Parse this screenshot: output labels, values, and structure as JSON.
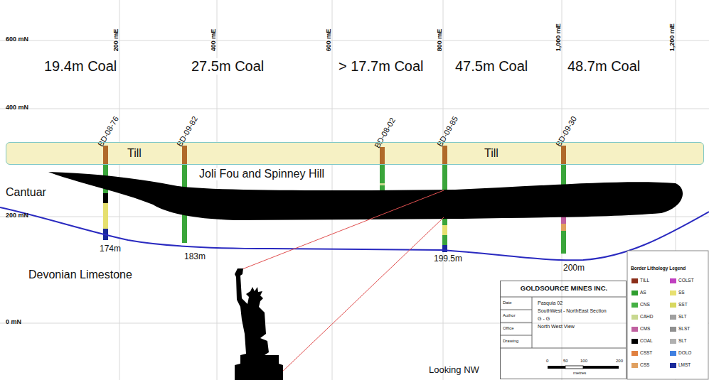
{
  "diagram": {
    "nodes": [
      {
        "text": [
          "Till",
          "Till"
        ]
      },
      {
        "text": [
          "GOLDSOURCE MINES INC.",
          "Date",
          "Author",
          "Office",
          "Drawing",
          "Pasquia 02",
          "SouthWest - NorthEast Section",
          "G - G",
          "North West View",
          "0",
          "50",
          "100",
          "200",
          "metres"
        ]
      }
    ],
    "labels": [
      "600 mN",
      "400 mN",
      "200 mN",
      "0 mN",
      "200 mE",
      "400 mE",
      "600 mE",
      "800 mE",
      "1,000 mE",
      "1,200 mE",
      "19.4m Coal",
      "27.5m Coal",
      "> 17.7m Coal",
      "47.5m Coal",
      "48.7m Coal",
      "BD-08-76",
      "BD-09-82",
      "BD-08-02",
      "BD-09-85",
      "BD-09-30",
      "Joli Fou and Spinney Hill",
      "Cantuar",
      "Devonian Limestone",
      "174m",
      "183m",
      "199.5m",
      "200m",
      "Looking NW",
      "Border Lithology Legend"
    ],
    "legend": [
      {
        "text": "TILL",
        "color": "#8b2e1a"
      },
      {
        "text": "COLST",
        "color": "#c040c0"
      },
      {
        "text": "AS",
        "color": "#2e9e2e"
      },
      {
        "text": "SS",
        "color": "#e8e070"
      },
      {
        "text": "CNS",
        "color": "#44b044"
      },
      {
        "text": "SST",
        "color": "#d8d860"
      },
      {
        "text": "CAHD",
        "color": "#c8d890"
      },
      {
        "text": "SLT",
        "color": "#a0a0a0"
      },
      {
        "text": "CMS",
        "color": "#c060a0"
      },
      {
        "text": "SLST",
        "color": "#909090"
      },
      {
        "text": "COAL",
        "color": "#000000"
      },
      {
        "text": "SLT",
        "color": "#b0b0b0"
      },
      {
        "text": "CSST",
        "color": "#e08040"
      },
      {
        "text": "DOLO",
        "color": "#4080e0"
      },
      {
        "text": "CSS",
        "color": "#e0a060"
      },
      {
        "text": "LMST",
        "color": "#1a2a9a"
      }
    ]
  }
}
